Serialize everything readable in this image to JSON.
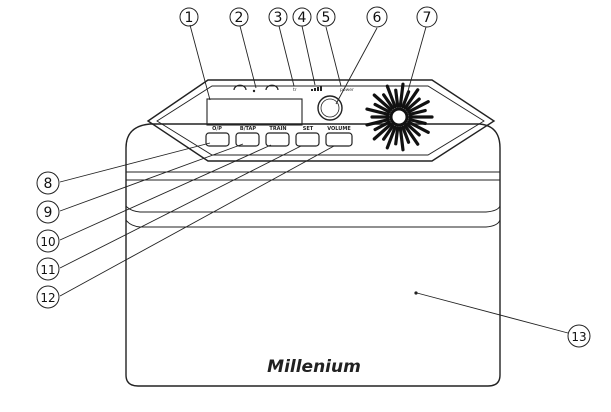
{
  "device": {
    "brand": "Millenium",
    "buttons": [
      "O/P",
      "B/TAP",
      "TRAIN",
      "SET",
      "VOLUME"
    ],
    "top_marks": [
      "tr",
      "power"
    ]
  },
  "callouts": [
    "1",
    "2",
    "3",
    "4",
    "5",
    "6",
    "7",
    "8",
    "9",
    "10",
    "11",
    "12",
    "13"
  ]
}
